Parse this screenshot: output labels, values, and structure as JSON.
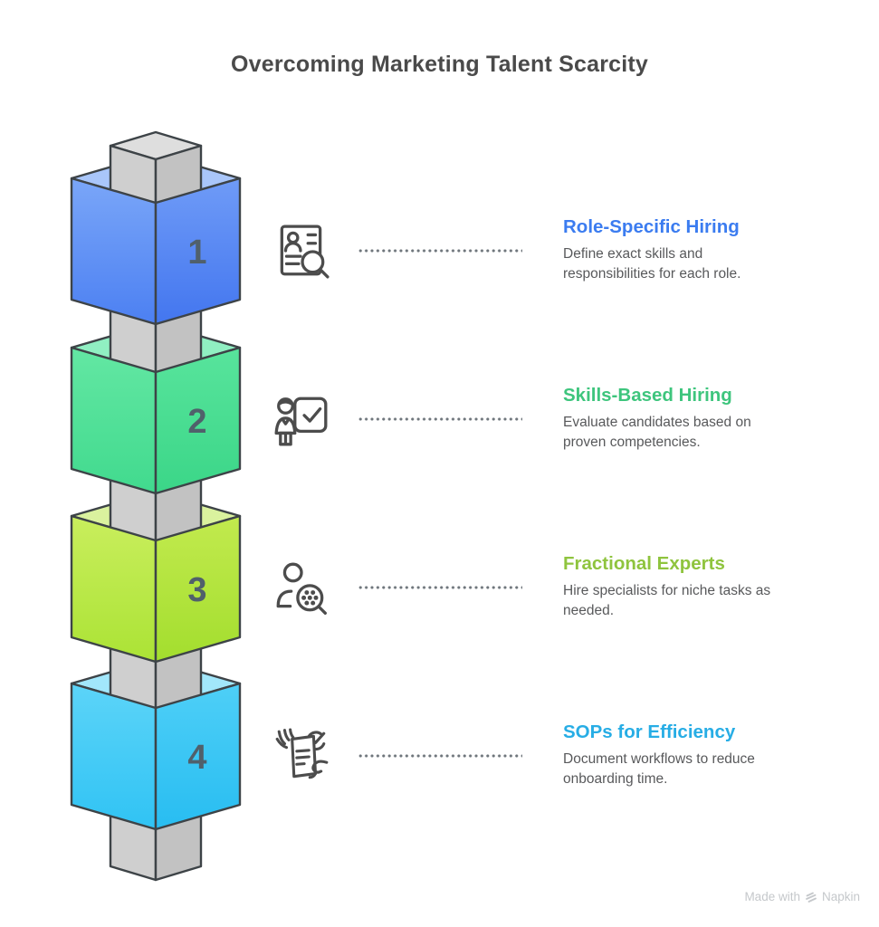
{
  "title": "Overcoming Marketing Talent Scarcity",
  "steps": [
    {
      "number": "1",
      "title": "Role-Specific Hiring",
      "description": "Define exact skills and responsibilities for each role.",
      "title_color": "#3b7cf0",
      "icon": "resume-search-icon",
      "cube": {
        "left_top": "#7aa6f8",
        "left_bottom": "#4c80f2",
        "right_top": "#6f9bf7",
        "right_bottom": "#4376ef",
        "rim": "#a9c6fa"
      }
    },
    {
      "number": "2",
      "title": "Skills-Based Hiring",
      "description": "Evaluate candidates based on proven competencies.",
      "title_color": "#3ec57d",
      "icon": "presenter-checkboard-icon",
      "cube": {
        "left_top": "#63e7a3",
        "left_bottom": "#41da8e",
        "right_top": "#58e49c",
        "right_bottom": "#3bd688",
        "rim": "#90efc2"
      }
    },
    {
      "number": "3",
      "title": "Fractional Experts",
      "description": "Hire specialists for niche tasks as needed.",
      "title_color": "#8fc43e",
      "icon": "person-skill-search-icon",
      "cube": {
        "left_top": "#c9ee5d",
        "left_bottom": "#abe335",
        "right_top": "#c2ea4e",
        "right_bottom": "#a3de2e",
        "rim": "#daf29e"
      }
    },
    {
      "number": "4",
      "title": "SOPs for Efficiency",
      "description": "Document workflows to reduce onboarding time.",
      "title_color": "#27ade5",
      "icon": "document-check-hands-icon",
      "cube": {
        "left_top": "#5cd4f8",
        "left_bottom": "#30c3f4",
        "right_top": "#4ecff7",
        "right_bottom": "#28bdf1",
        "rim": "#a2e7fb"
      }
    }
  ],
  "tower": {
    "pillar_top": "#dedede",
    "pillar_left": "#cfcfcf",
    "pillar_right": "#c2c2c2",
    "outline": "#3d4347",
    "number_color": "#50606b"
  },
  "connector_color": "#6f767c",
  "watermark": {
    "prefix": "Made with",
    "brand": "Napkin",
    "logo_icon": "napkin-logo-icon"
  }
}
